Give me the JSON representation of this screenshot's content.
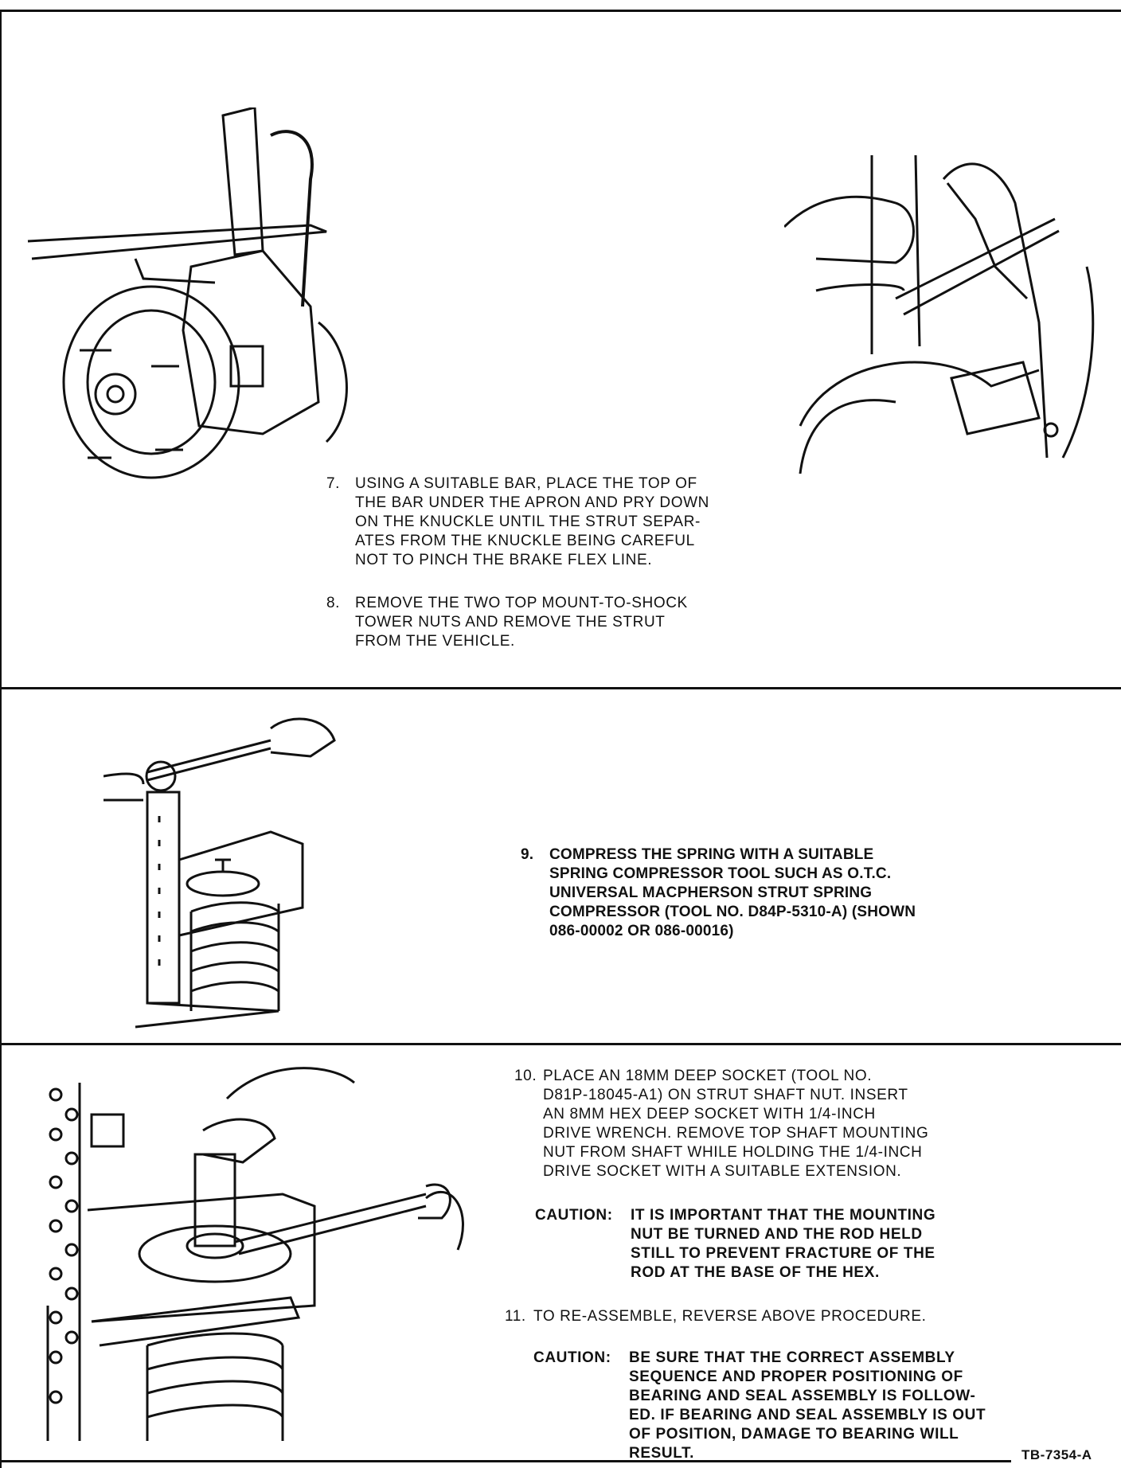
{
  "steps": [
    {
      "num": "7.",
      "text": "USING A SUITABLE BAR, PLACE THE TOP OF\nTHE BAR UNDER THE APRON AND PRY DOWN\nON THE KNUCKLE UNTIL THE STRUT SEPAR-\nATES FROM THE KNUCKLE BEING CAREFUL\nNOT TO PINCH THE BRAKE FLEX LINE."
    },
    {
      "num": "8.",
      "text": "REMOVE THE TWO TOP MOUNT-TO-SHOCK\nTOWER NUTS AND REMOVE THE STRUT\nFROM THE VEHICLE."
    },
    {
      "num": "9.",
      "text": "COMPRESS THE SPRING WITH A SUITABLE\nSPRING COMPRESSOR TOOL SUCH AS O.T.C.\nUNIVERSAL MACPHERSON STRUT SPRING\nCOMPRESSOR (TOOL NO. D84P-5310-A) (SHOWN\n086-00002 OR 086-00016)"
    },
    {
      "num": "10.",
      "text": "PLACE AN 18mm DEEP SOCKET (TOOL NO.\nD81P-18045-A1) ON STRUT SHAFT NUT. INSERT\nAN 8mm HEX DEEP SOCKET WITH 1/4-INCH\nDRIVE WRENCH. REMOVE TOP SHAFT MOUNTING\nNUT FROM SHAFT WHILE HOLDING THE 1/4-INCH\nDRIVE SOCKET WITH A SUITABLE EXTENSION."
    },
    {
      "num": "11.",
      "text": "TO RE-ASSEMBLE, REVERSE ABOVE PROCEDURE."
    }
  ],
  "cautions": [
    {
      "label": "CAUTION:",
      "text": "IT IS IMPORTANT THAT THE MOUNTING\nNUT BE TURNED AND THE ROD HELD\nSTILL TO PREVENT FRACTURE OF THE\nROD AT THE BASE OF THE HEX."
    },
    {
      "label": "CAUTION:",
      "text": "BE SURE THAT THE CORRECT ASSEMBLY\nSEQUENCE AND PROPER POSITIONING OF\nBEARING AND SEAL ASSEMBLY IS FOLLOW-\nED. IF BEARING AND SEAL ASSEMBLY IS OUT\nOF POSITION, DAMAGE TO BEARING WILL\nRESULT."
    }
  ],
  "doc_code": "TB-7354-A"
}
